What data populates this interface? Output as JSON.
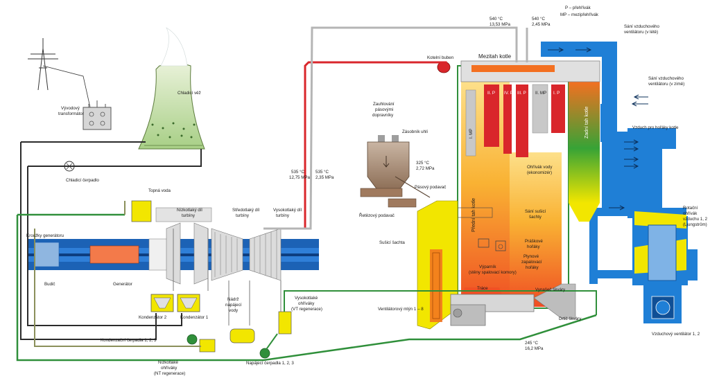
{
  "legend": {
    "line1": "P – přehřívák",
    "line2": "MP – mezipřehřívák"
  },
  "labels": {
    "cooling_tower": "Chladicí věž",
    "output_transformer": [
      "Vývodový",
      "transformátor"
    ],
    "cooling_pump": "Chladicí čerpadlo",
    "heating_water": "Topná voda",
    "generator_rings": "Kroužky generátoru",
    "exciter": "Budič",
    "generator": "Generátor",
    "lp_turbine": [
      "Nízkotlaký díl",
      "turbíny"
    ],
    "mp_turbine": [
      "Středotlaký díl",
      "turbíny"
    ],
    "hp_turbine": [
      "Vysokotlaký díl",
      "turbíny"
    ],
    "condenser_2": "Kondenzátor 2",
    "condenser_1": "Kondenzátor 1",
    "condensate_pumps": "Kondenzační čerpadla 1, 2, 3",
    "lp_heaters": [
      "Nízkotlaké",
      "ohříváky",
      "(NT regenerace)"
    ],
    "feed_tank": [
      "Nádrž",
      "napájecí",
      "vody"
    ],
    "hp_heaters": [
      "Vysokotlaké",
      "ohříváky",
      "(VT regenerace)"
    ],
    "feed_pumps": "Napájecí čerpadla 1, 2, 3",
    "coal_feed": [
      "Zauhlování",
      "pásovými",
      "dopravníky"
    ],
    "coal_bunker": "Zásobník uhlí",
    "drag_feeder": "Řetězový podavač",
    "belt_feeder": "Pásový podavač",
    "drying_shaft": "Sušicí šachta",
    "boiler_drum": "Kotelní buben",
    "boiler_crossover": "Mezitah kotle",
    "boiler_front_pass": "Přední tah kotle",
    "boiler_rear_pass": "Zadní tah kotle",
    "drying_shaft_suction": [
      "Sání sušicí",
      "šachty"
    ],
    "dust_burners": [
      "Práškové",
      "hořáky"
    ],
    "gas_burners": [
      "Plynové",
      "zapalovací",
      "hořáky"
    ],
    "evaporator": [
      "Výparník",
      "(stěny spalovací komory)"
    ],
    "slag": "Tráce",
    "mills": "Ventilátorový mlýn 1 – 8",
    "slag_removal": "Vynašeč škváry",
    "slag_crusher": "Drtič škváry",
    "economizer": [
      "Ohřívák vody",
      "(ekonomizér)"
    ],
    "summer_intake": [
      "Sání vzduchového",
      "ventilátoru (v létě)"
    ],
    "winter_intake": [
      "Sání vzduchového",
      "ventilátoru (v zimě)"
    ],
    "burner_air": "Vzduch pro hořáky kotle",
    "air_preheater": [
      "Rotační",
      "ohřívák",
      "vzduchu 1, 2",
      "(Ljungström)"
    ],
    "air_fans": "Vzduchový ventilátor 1, 2",
    "sh_ii": "II. P",
    "sh_iv": "IV. P",
    "sh_iii": "III. P",
    "rh_ii": "II. MP",
    "rh_i": "I. MP",
    "sh_i": "I. P"
  },
  "readouts": {
    "hp_steam_temp": "540 °C",
    "hp_steam_press": "13,53 MPa",
    "rh_steam_temp": "540 °C",
    "rh_steam_press": "2,45 MPa",
    "hp_inlet_temp": "535 °C",
    "hp_inlet_press": "12,75 MPa",
    "mp_inlet_temp": "535 °C",
    "mp_inlet_press": "2,35 MPa",
    "rh_in_temp": "325 °C",
    "rh_in_press": "2,72 MPa",
    "feed_temp": "245 °C",
    "feed_press": "16,2 MPa"
  },
  "colors": {
    "hp_steam": "#d9262b",
    "rh_steam": "#c8c8c8",
    "feedwater": "#2f8f3a",
    "cooling_water": "#2a2a2a",
    "air_duct": "#1f7fd6",
    "boiler_hot": "#f37021",
    "boiler_warm": "#f9b233",
    "yellow": "#f2e600",
    "generator": "#1c62b5"
  }
}
